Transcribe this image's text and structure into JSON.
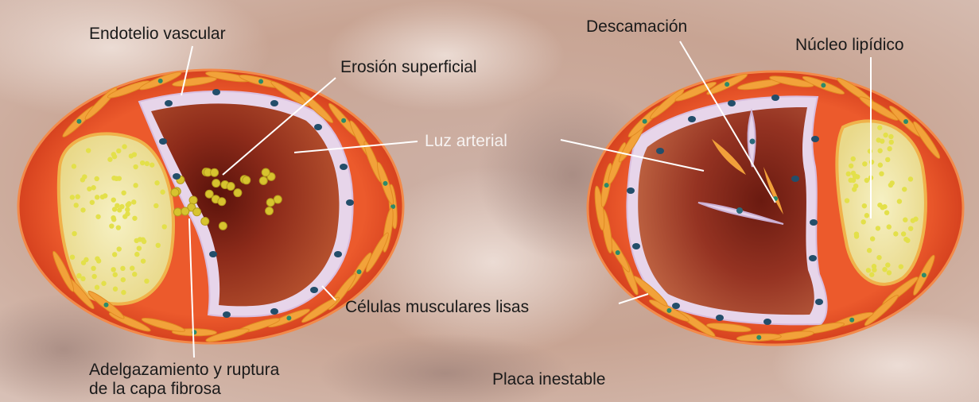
{
  "labels": {
    "endotelio": "Endotelio vascular",
    "erosion": "Erosión superficial",
    "luz": "Luz arterial",
    "descamacion": "Descamación",
    "nucleo": "Núcleo lipídico",
    "celulas": "Células musculares lisas",
    "adelgazamiento_1": "Adelgazamiento y ruptura",
    "adelgazamiento_2": "de la capa fibrosa",
    "placa": "Placa inestable"
  },
  "colors": {
    "background_tissue": "#c9a89a",
    "vessel_wall": "#e8552b",
    "muscle_cell": "#f2a23a",
    "lumen": "#8a2a1a",
    "endothelium": "#e6d6ec",
    "lipid": "#f3ef9a",
    "leader_line": "#ffffff"
  }
}
